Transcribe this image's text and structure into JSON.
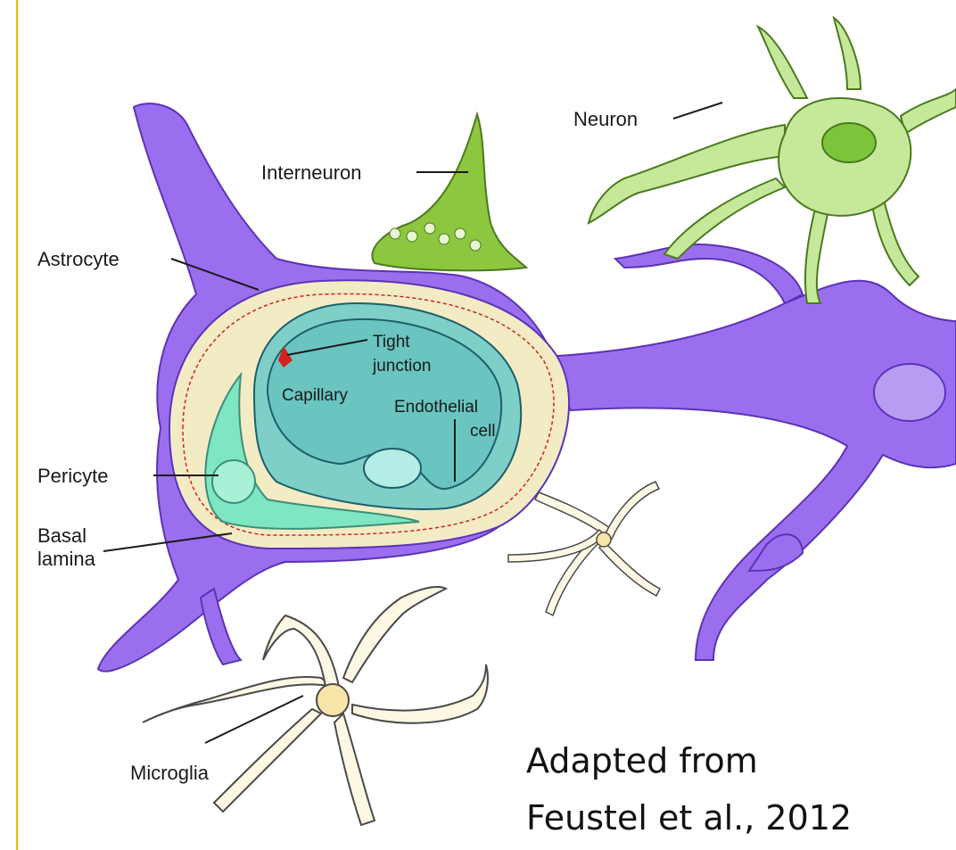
{
  "labels": {
    "neuron": "Neuron",
    "interneuron": "Interneuron",
    "astrocyte": "Astrocyte",
    "tight_junction_1": "Tight",
    "tight_junction_2": "junction",
    "capillary": "Capillary",
    "endothelial_1": "Endothelial",
    "endothelial_2": "cell",
    "pericyte": "Pericyte",
    "basal_lamina_1": "Basal",
    "basal_lamina_2": "lamina",
    "microglia": "Microglia"
  },
  "caption": {
    "line1": "Adapted from",
    "line2": "Feustel et al., 2012"
  },
  "colors": {
    "astrocyte": "#9b6ef0",
    "astrocyte_dark": "#5b33b5",
    "interneuron": "#8dc63f",
    "neuron": "#c5e89a",
    "neuron_nucleus": "#7cc53a",
    "lamina": "#f3ebc4",
    "capillary": "#7ecfc8",
    "pericyte": "#7ee6c0",
    "tight_junction": "#d62020",
    "microglia": "#fdf8e4",
    "accent_rule": "#f4b400"
  }
}
